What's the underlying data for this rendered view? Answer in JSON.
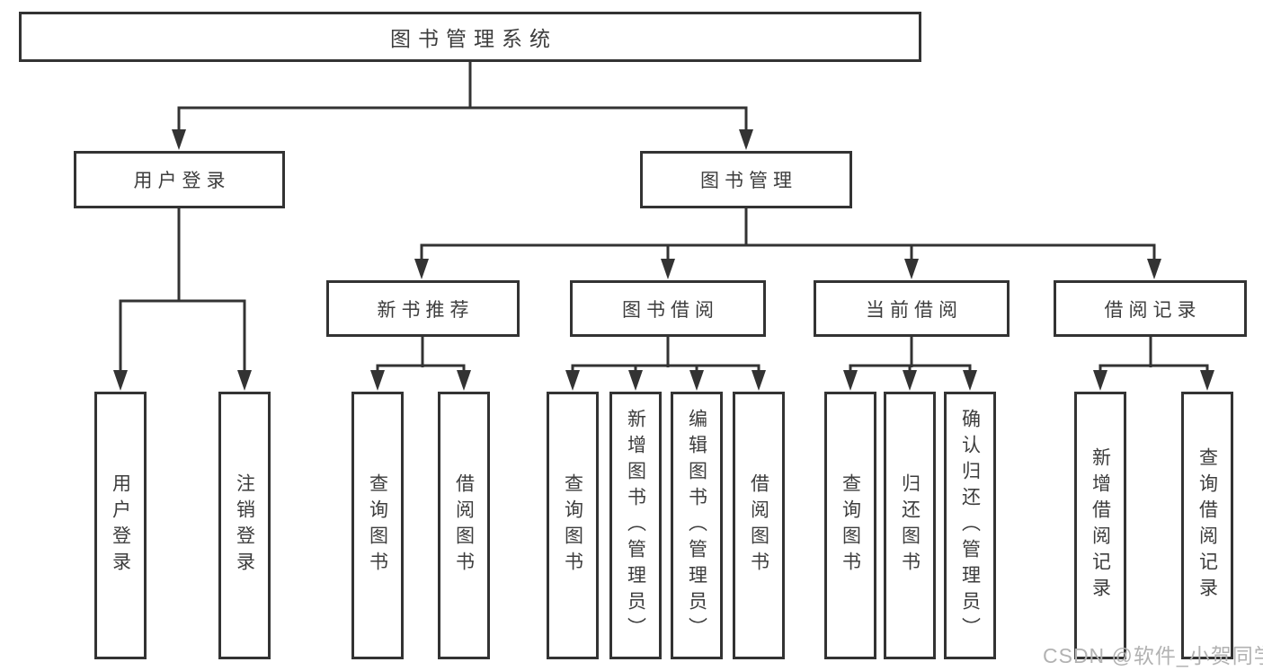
{
  "tree": {
    "root": {
      "label": "图书管理系统"
    },
    "branches": [
      {
        "label": "用户登录",
        "children": [
          {
            "label": "用户登录"
          },
          {
            "label": "注销登录"
          }
        ]
      },
      {
        "label": "图书管理",
        "children": [
          {
            "label": "新书推荐",
            "children": [
              {
                "label": "查询图书"
              },
              {
                "label": "借阅图书"
              }
            ]
          },
          {
            "label": "图书借阅",
            "children": [
              {
                "label": "查询图书"
              },
              {
                "label": "新增图书（管理员）"
              },
              {
                "label": "编辑图书（管理员）"
              },
              {
                "label": "借阅图书"
              }
            ]
          },
          {
            "label": "当前借阅",
            "children": [
              {
                "label": "查询图书"
              },
              {
                "label": "归还图书"
              },
              {
                "label": "确认归还（管理员）"
              }
            ]
          },
          {
            "label": "借阅记录",
            "children": [
              {
                "label": "新增借阅记录"
              },
              {
                "label": "查询借阅记录"
              }
            ]
          }
        ]
      }
    ]
  },
  "watermark": {
    "text": "CSDN @软件_小贺同学"
  },
  "colors": {
    "line": "#333333",
    "text": "#3d3d3d",
    "background": "#ffffff",
    "watermark": "#b2b2b2"
  }
}
